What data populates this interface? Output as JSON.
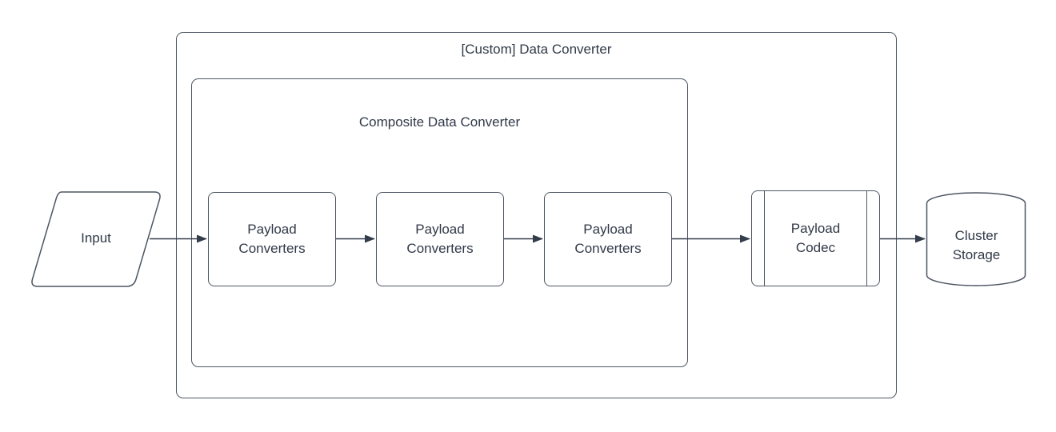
{
  "diagram": {
    "outer_group": {
      "title": "[Custom] Data Converter",
      "shape": "rounded-container"
    },
    "inner_group": {
      "title": "Composite Data Converter",
      "shape": "rounded-container"
    },
    "nodes": {
      "input": {
        "label": "Input",
        "shape": "parallelogram"
      },
      "converter_1": {
        "label": "Payload Converters",
        "shape": "rounded-rectangle"
      },
      "converter_2": {
        "label": "Payload Converters",
        "shape": "rounded-rectangle"
      },
      "converter_3": {
        "label": "Payload Converters",
        "shape": "rounded-rectangle"
      },
      "codec": {
        "label": "Payload Codec",
        "shape": "predefined-process"
      },
      "storage": {
        "label": "Cluster Storage",
        "shape": "cylinder"
      }
    },
    "edges": [
      {
        "from": "input",
        "to": "converter_1"
      },
      {
        "from": "converter_1",
        "to": "converter_2"
      },
      {
        "from": "converter_2",
        "to": "converter_3"
      },
      {
        "from": "converter_3",
        "to": "codec"
      },
      {
        "from": "codec",
        "to": "storage"
      }
    ],
    "colors": {
      "shape_stroke": "#4d5663",
      "arrow_stroke": "#343d4a",
      "text": "#303947",
      "background": "#ffffff"
    }
  }
}
